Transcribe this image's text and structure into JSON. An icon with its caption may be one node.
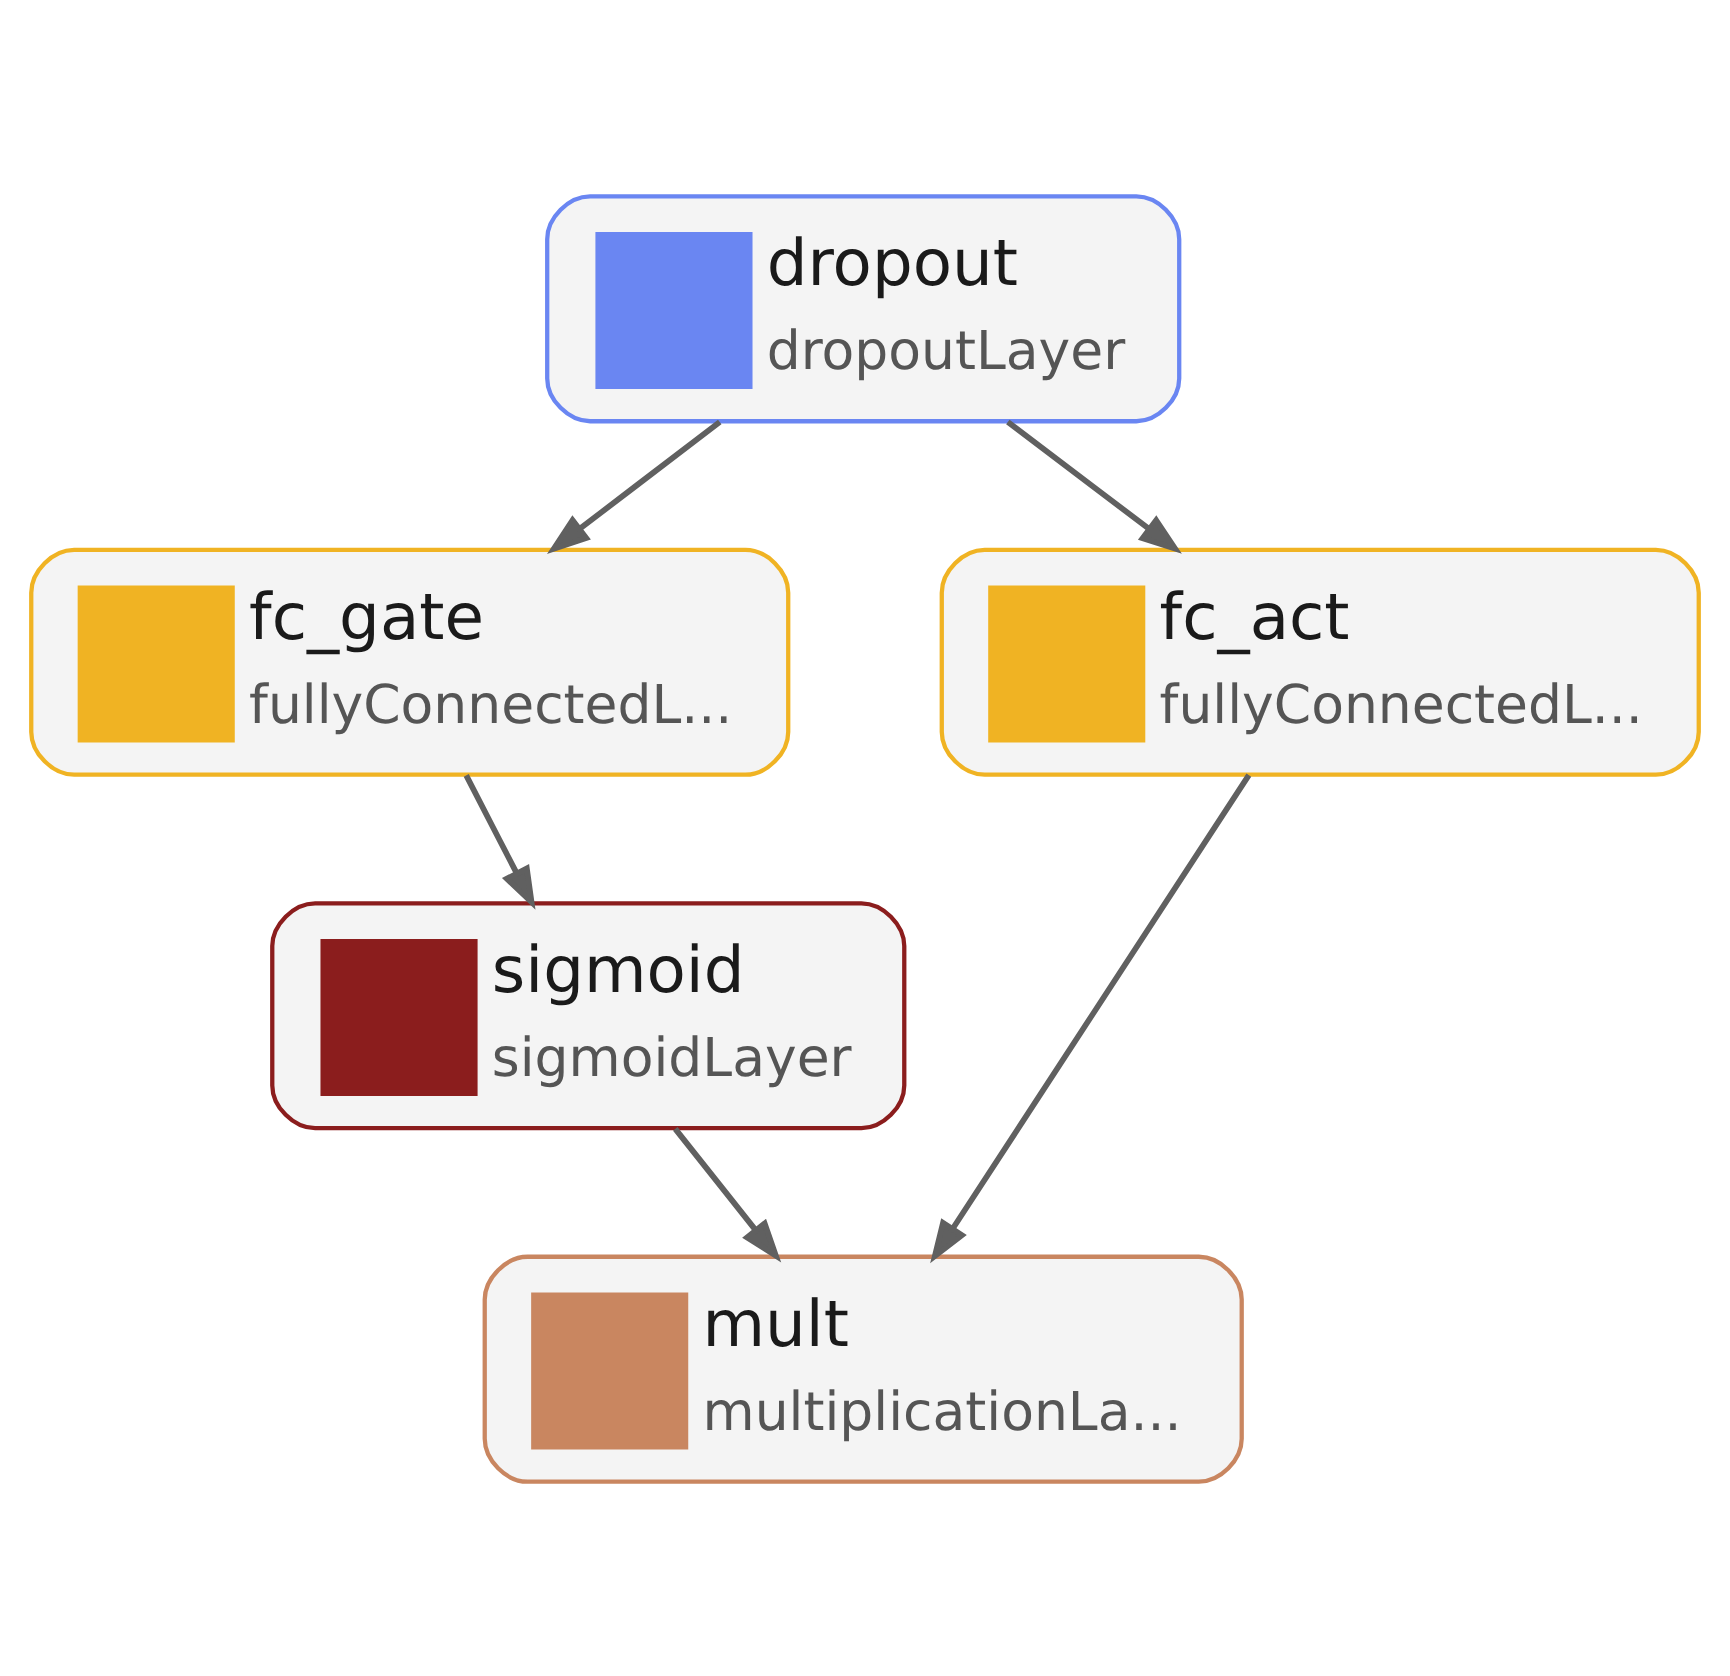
{
  "diagram": {
    "nodes": [
      {
        "text": [
          "dropout",
          "dropoutLayer"
        ]
      },
      {
        "text": [
          "fc_gate",
          "fullyConnectedL..."
        ]
      },
      {
        "text": [
          "fc_act",
          "fullyConnectedL..."
        ]
      },
      {
        "text": [
          "sigmoid",
          "sigmoidLayer"
        ]
      },
      {
        "text": [
          "mult",
          "multiplicationLa..."
        ]
      }
    ],
    "edges": [
      {
        "from": 0,
        "to": 2,
        "arrow": "to"
      },
      {
        "from": 0,
        "to": 1,
        "arrow": "to"
      },
      {
        "from": 1,
        "to": 3,
        "arrow": "to"
      },
      {
        "from": 2,
        "to": 4,
        "arrow": "to"
      },
      {
        "from": 3,
        "to": 4,
        "arrow": "to"
      }
    ]
  }
}
